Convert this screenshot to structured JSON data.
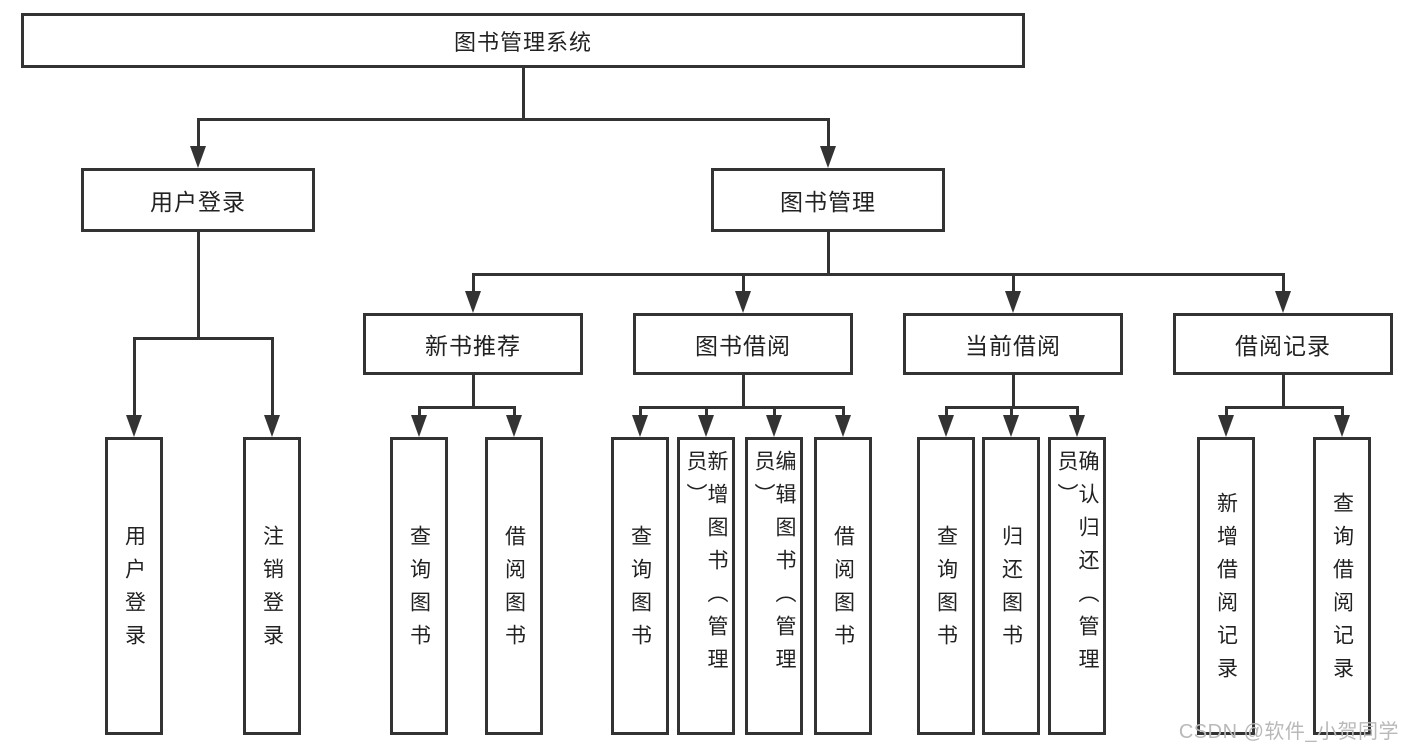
{
  "nodes": {
    "root": "图书管理系统",
    "level2": [
      "用户登录",
      "图书管理"
    ],
    "level3": [
      "新书推荐",
      "图书借阅",
      "当前借阅",
      "借阅记录"
    ],
    "leaves": {
      "user_login": [
        "用户登录",
        "注销登录"
      ],
      "new_book": [
        "查询图书",
        "借阅图书"
      ],
      "book_borrow": [
        "查询图书",
        "新增图书（管理员）",
        "编辑图书（管理员）",
        "借阅图书"
      ],
      "current_borrow": [
        "查询图书",
        "归还图书",
        "确认归还（管理员）"
      ],
      "borrow_record": [
        "新增借阅记录",
        "查询借阅记录"
      ]
    }
  },
  "watermark": "CSDN @软件_小贺同学",
  "colors": {
    "line": "#333333",
    "border": "#333333",
    "text": "#222222",
    "background": "#ffffff",
    "watermark": "#b9b9b9"
  }
}
